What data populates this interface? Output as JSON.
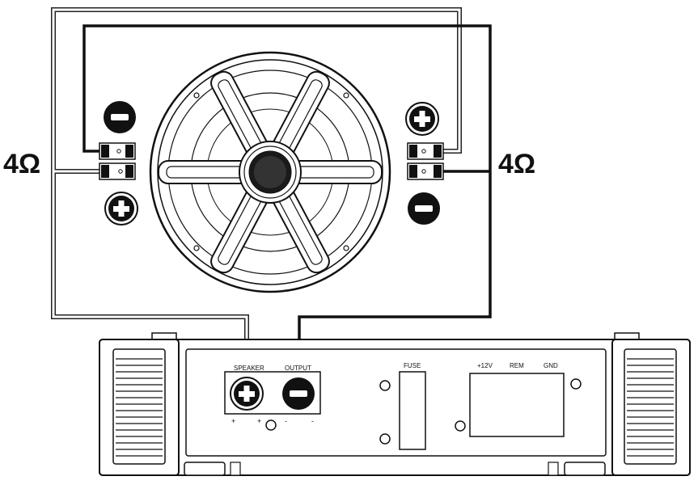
{
  "impedance": {
    "left_label": "4Ω",
    "right_label": "4Ω"
  },
  "amplifier": {
    "speaker_label": "SPEAKER",
    "output_label": "OUTPUT",
    "fuse_label": "FUSE",
    "power_labels": [
      "+12V",
      "REM",
      "GND"
    ],
    "terminal_marks": [
      "+",
      "+",
      "-",
      "-"
    ]
  },
  "wire_colors": {
    "positive": "#ffffff",
    "negative": "#111111"
  },
  "icons": {
    "positive": "plus-circle-icon",
    "negative": "minus-circle-icon"
  }
}
